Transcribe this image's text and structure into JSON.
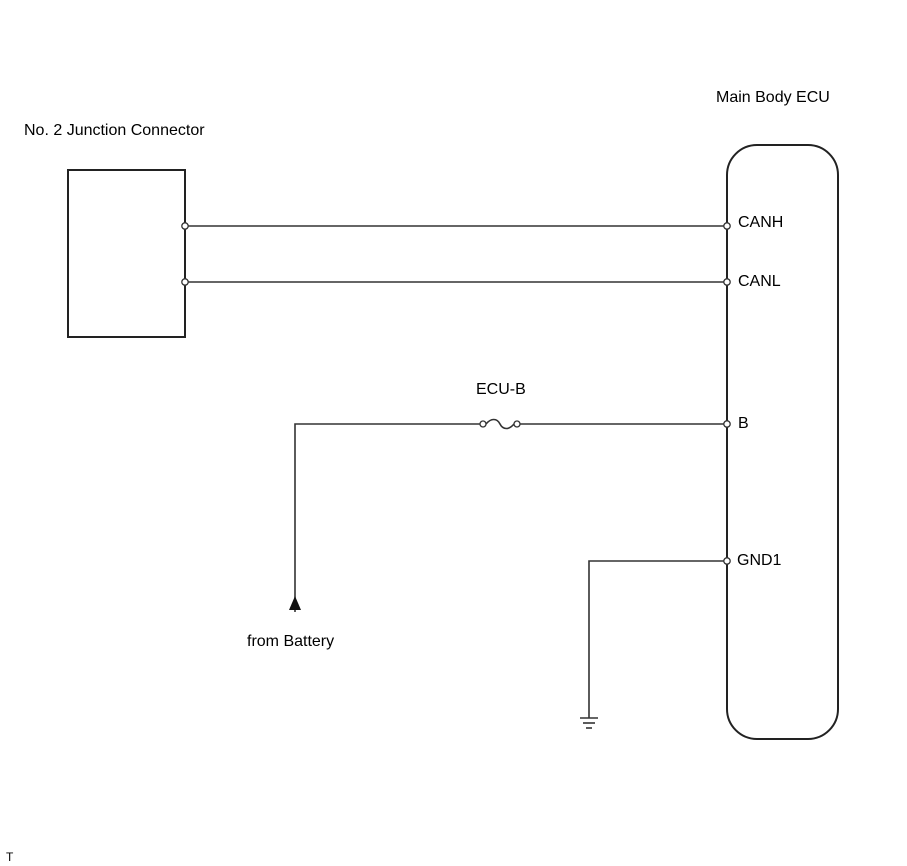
{
  "junction_connector": {
    "label": "No. 2 Junction Connector"
  },
  "ecu": {
    "label": "Main Body ECU",
    "pins": {
      "canh": "CANH",
      "canl": "CANL",
      "b": "B",
      "gnd1": "GND1"
    }
  },
  "fuse": {
    "label": "ECU-B"
  },
  "battery": {
    "label": "from Battery"
  },
  "footer": {
    "mark": "T"
  },
  "colors": {
    "wire": "#333333",
    "outline": "#222222",
    "background": "#ffffff"
  }
}
